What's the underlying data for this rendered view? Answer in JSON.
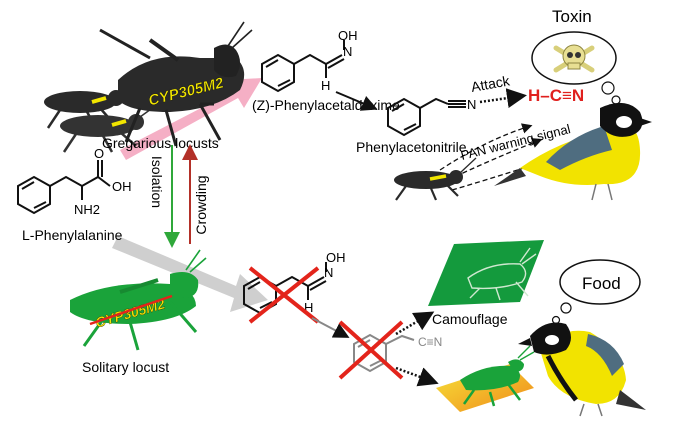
{
  "labels": {
    "gregarious": "Gregarious locusts",
    "cyp_gregarious": "CYP305M2",
    "cyp_solitary": "CYP305M2",
    "phenylalanine": "L-Phenylalanine",
    "nh2": "NH2",
    "oh_acid": "OH",
    "oxime": "(Z)-Phenylacetaldoxime",
    "oxime_oh": "OH",
    "oxime_n": "N",
    "oxime_h": "H",
    "nitrile": "Phenylacetonitrile",
    "nitrile_n": "N",
    "attack": "Attack",
    "hcn": "H–C≡N",
    "toxin": "Toxin",
    "pan_signal": "PAN warning signal",
    "isolation": "Isolation",
    "crowding": "Crowding",
    "solitary": "Solitary locust",
    "camouflage": "Camouflage",
    "food": "Food",
    "oxime2_oh": "OH",
    "oxime2_n": "N",
    "oxime2_h": "H",
    "nitrile2": "C≡N"
  },
  "colors": {
    "gregarious_body": "#2a2a2a",
    "gregarious_accent": "#f2e600",
    "solitary_green": "#1aa33a",
    "hcn_red": "#e0201e",
    "isolation_arrow": "#2fa83a",
    "crowding_arrow": "#b33028",
    "cross_red": "#e3241b",
    "pink_arrow": "#f4a6bf",
    "grey_arrow": "#c9c9c9",
    "camouflage_bg": "#149a3d",
    "bird_yellow": "#f2e300"
  },
  "icons": {
    "toxin": "skull-crossbones-icon",
    "thought": "thought-bubble-icon"
  }
}
